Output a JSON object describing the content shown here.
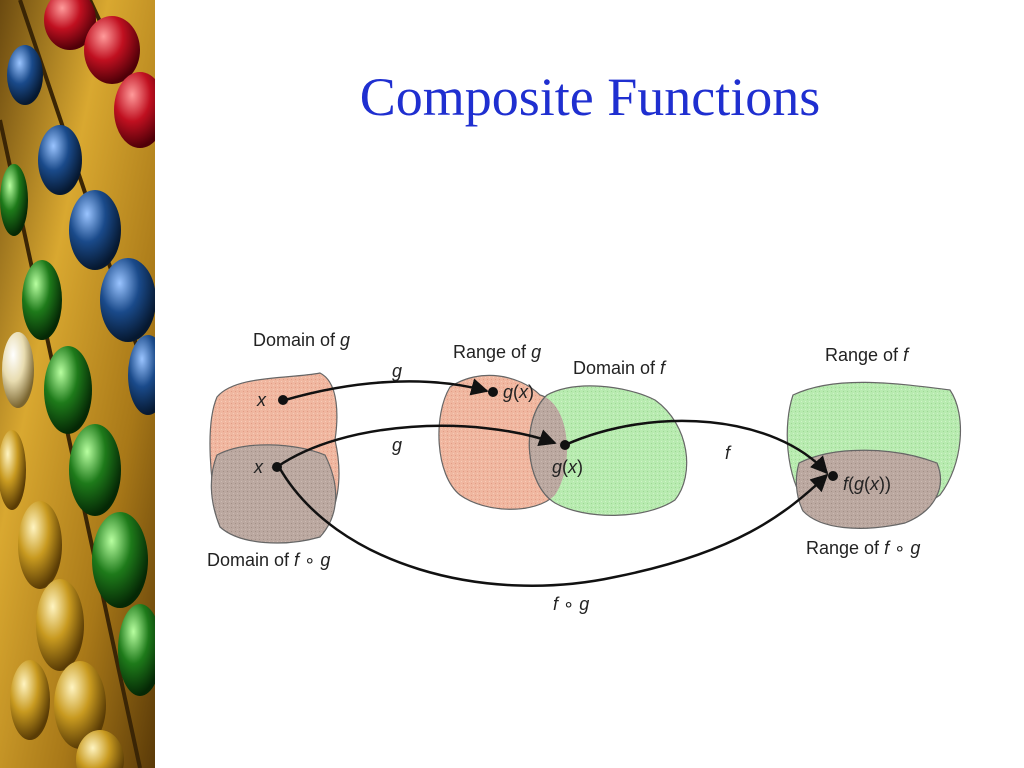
{
  "slide": {
    "title": "Composite Functions"
  },
  "diagram": {
    "labels": {
      "domain_g": [
        "Domain of ",
        "g"
      ],
      "range_g": [
        "Range of ",
        "g"
      ],
      "domain_f": [
        "Domain of ",
        "f"
      ],
      "range_f": [
        "Range of ",
        "f"
      ],
      "domain_fog": [
        "Domain of ",
        "f",
        " ∘ ",
        "g"
      ],
      "range_fog": [
        "Range of ",
        "f",
        " ∘ ",
        "g"
      ]
    },
    "points": {
      "x_top": "x",
      "x_bottom": "x",
      "gx_top": [
        "g",
        "(",
        "x",
        ")"
      ],
      "gx_mid": [
        "g",
        "(",
        "x",
        ")"
      ],
      "fgx": [
        "f",
        "(",
        "g",
        "(",
        "x",
        "))"
      ]
    },
    "arrows": {
      "g_top": "g",
      "g_mid": "g",
      "f": "f",
      "fog": [
        "f",
        " ∘ ",
        "g"
      ]
    }
  },
  "colors": {
    "title": "#1f2fd0",
    "salmon": "#f0b7a0",
    "green": "#b8ebb0",
    "overlap": "#bba8a0"
  }
}
